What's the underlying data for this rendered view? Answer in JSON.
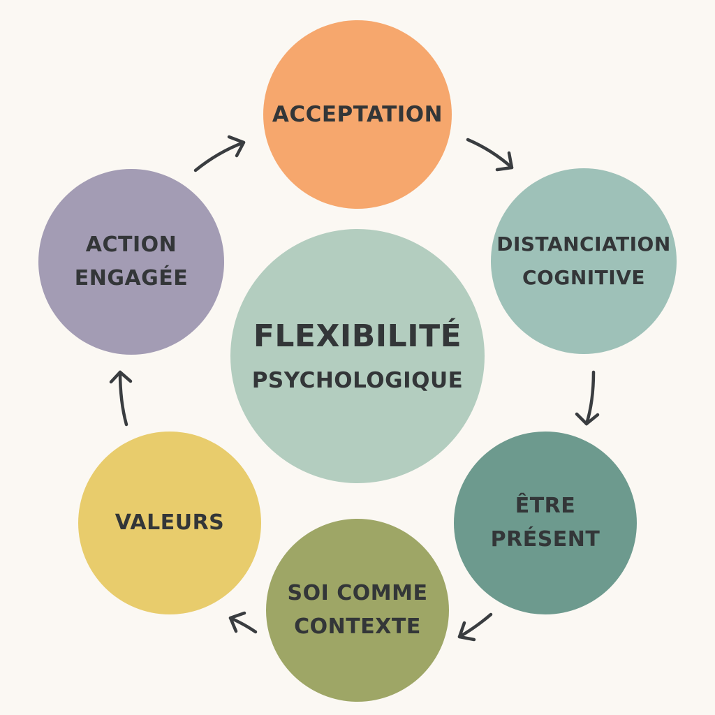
{
  "diagram": {
    "center": {
      "line1": "FLEXIBILITÉ",
      "line2": "PSYCHOLOGIQUE",
      "color": "#b3cdbf"
    },
    "nodes": [
      {
        "lines": [
          "ACCEPTATION"
        ],
        "color": "#f6a76d"
      },
      {
        "lines": [
          "DISTANCIATION",
          "COGNITIVE"
        ],
        "color": "#9ec1b8"
      },
      {
        "lines": [
          "ÊTRE",
          "PRÉSENT"
        ],
        "color": "#6d9a8e"
      },
      {
        "lines": [
          "SOI COMME",
          "CONTEXTE"
        ],
        "color": "#9ea666"
      },
      {
        "lines": [
          "VALEURS"
        ],
        "color": "#e8cc6c"
      },
      {
        "lines": [
          "ACTION",
          "ENGAGÉE"
        ],
        "color": "#a39cb4"
      }
    ],
    "arrow_color": "#3a3d40",
    "text_color": "#333638",
    "background": "#fbf8f3"
  }
}
